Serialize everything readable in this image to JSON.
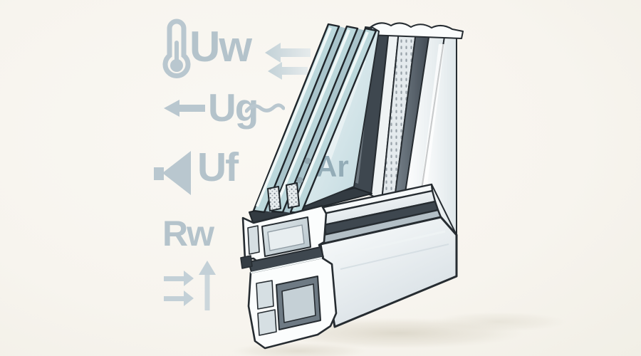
{
  "scene": {
    "title": "window-insulation-cutaway-illustration",
    "background_color": "#f7f4ee",
    "label_color": "#b4c3cb",
    "outline_color": "#262c31"
  },
  "labels": {
    "uw": "Uw",
    "ug": "Ug",
    "uf": "Uf",
    "rw": "Rw",
    "ar": "Ar"
  },
  "icons": [
    "thermometer-icon",
    "heat-flow-arrows-icon",
    "left-arrow-icon",
    "wave-squiggle-icon",
    "speaker-icon",
    "right-flow-arrows-icon",
    "up-arrow-icon"
  ],
  "illustration": {
    "subject": "corner cutaway of a triple-glazed PVC window profile",
    "glass_pane_count": 3,
    "colors": {
      "glass_edge": "#bcd8dc",
      "glass_face_light": "#e9f2f4",
      "glass_face_dark": "#bfd8de",
      "frame_white": "#ffffff",
      "frame_shade": "#dde5e9",
      "gasket_dark": "#3e474f",
      "chamber_fill": "#cdd8dd",
      "shadow": "#dcd7ca"
    }
  }
}
